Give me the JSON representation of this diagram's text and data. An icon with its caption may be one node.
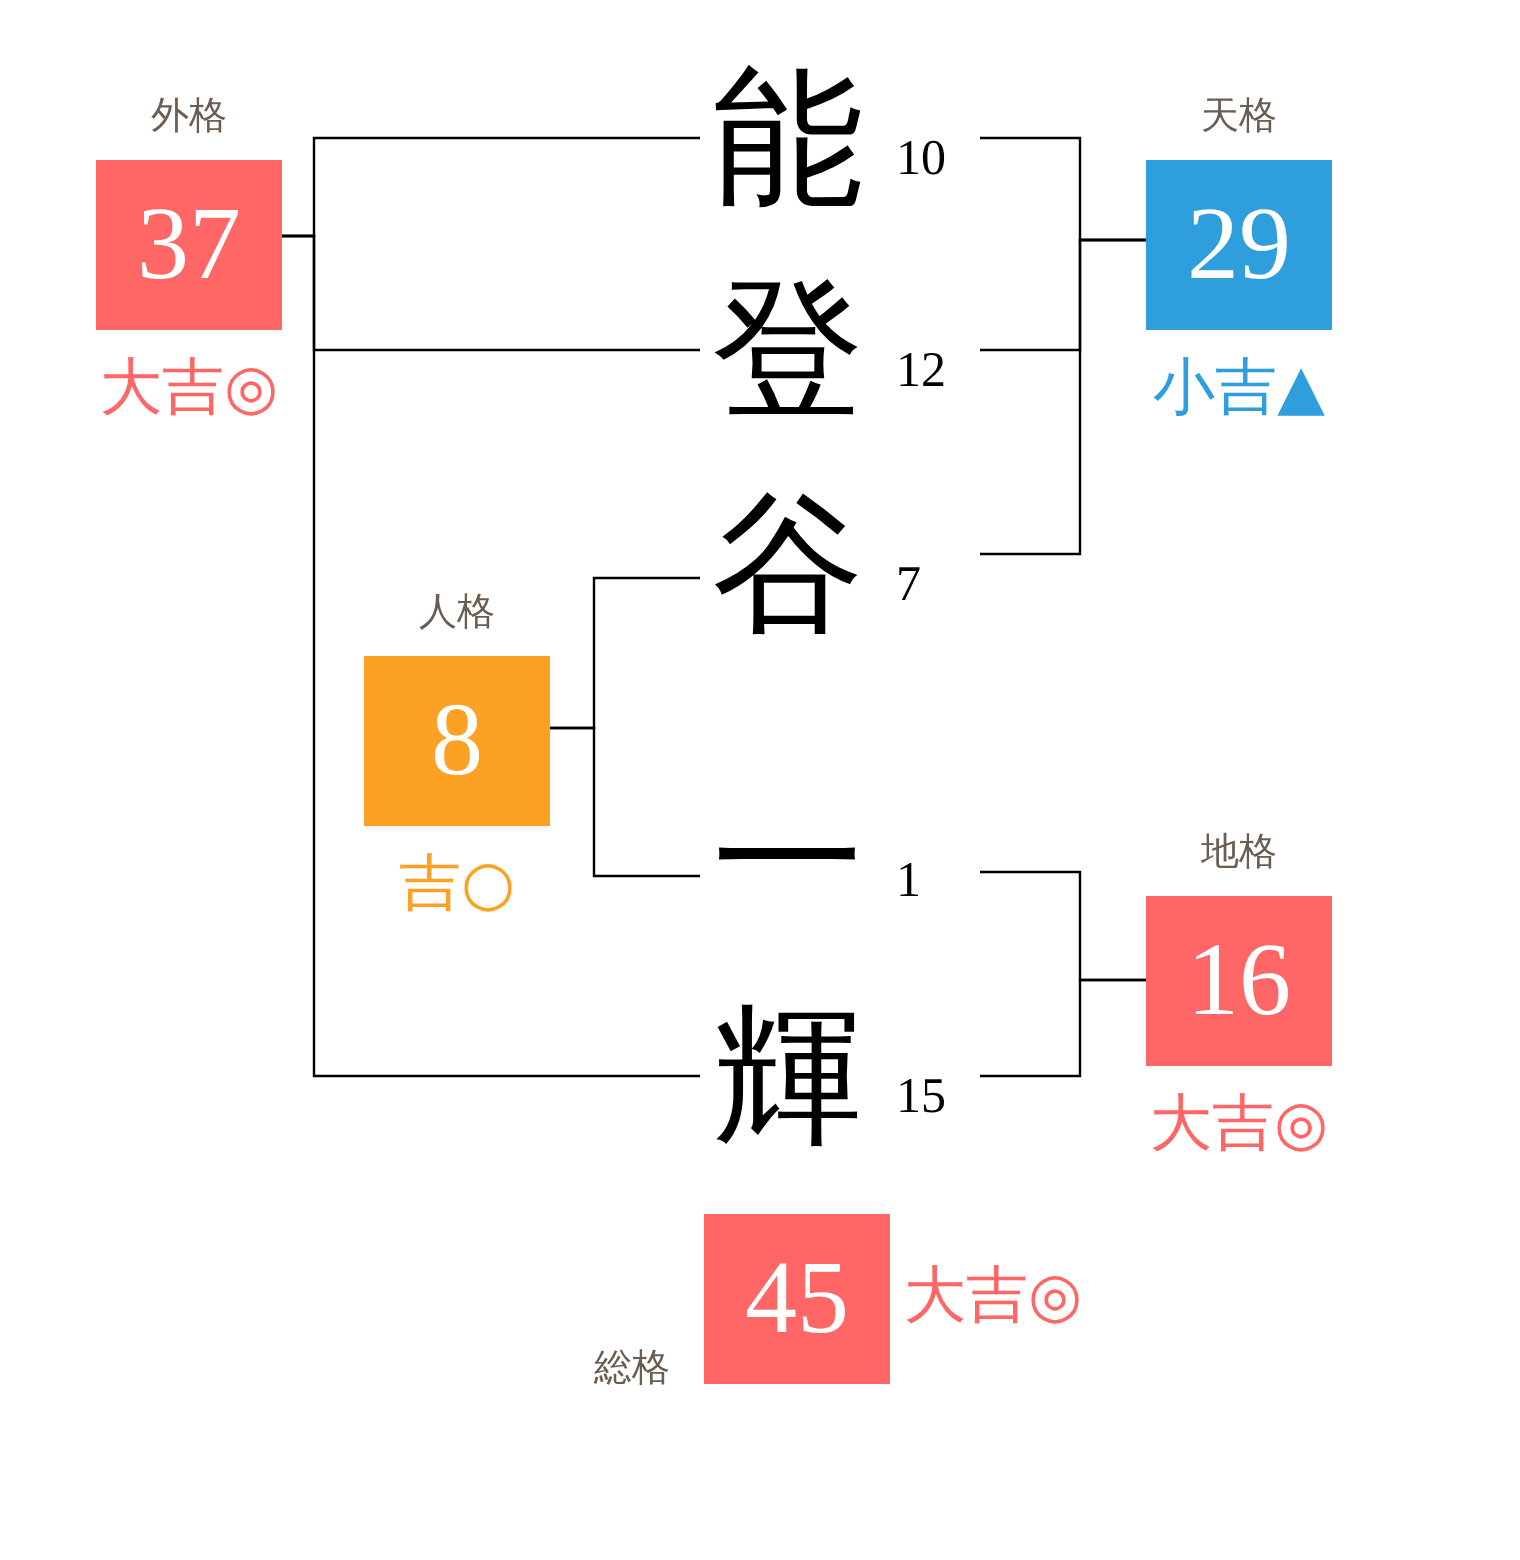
{
  "diagram": {
    "nodes": [
      {
        "text": [
          "外格",
          "37"
        ],
        "beside": [
          "大吉◎"
        ]
      },
      {
        "text": [
          "能"
        ],
        "beside": [
          "10"
        ]
      },
      {
        "text": [
          "天格",
          "29"
        ],
        "beside": [
          "小吉▲"
        ]
      },
      {
        "text": [
          "登"
        ],
        "beside": [
          "12"
        ]
      },
      {
        "text": [
          "谷"
        ],
        "beside": [
          "7"
        ]
      },
      {
        "text": [
          "人格",
          "8"
        ],
        "beside": [
          "吉○"
        ]
      },
      {
        "text": [
          "一"
        ],
        "beside": [
          "1"
        ]
      },
      {
        "text": [
          "地格",
          "16"
        ],
        "beside": [
          "大吉◎"
        ]
      },
      {
        "text": [
          "輝"
        ],
        "beside": [
          "15"
        ]
      },
      {
        "text": [
          "総格",
          "45"
        ],
        "beside": [
          "大吉◎"
        ]
      }
    ],
    "edges": [
      {
        "from": 1,
        "to": 2,
        "arrow": "none"
      },
      {
        "from": 3,
        "to": 2,
        "arrow": "none"
      },
      {
        "from": 4,
        "to": 2,
        "arrow": "none"
      },
      {
        "from": 1,
        "to": 0,
        "arrow": "none"
      },
      {
        "from": 3,
        "to": 0,
        "arrow": "none"
      },
      {
        "from": 8,
        "to": 0,
        "arrow": "none"
      },
      {
        "from": 4,
        "to": 5,
        "arrow": "none"
      },
      {
        "from": 6,
        "to": 5,
        "arrow": "none"
      },
      {
        "from": 6,
        "to": 7,
        "arrow": "none"
      },
      {
        "from": 8,
        "to": 7,
        "arrow": "none"
      }
    ]
  }
}
